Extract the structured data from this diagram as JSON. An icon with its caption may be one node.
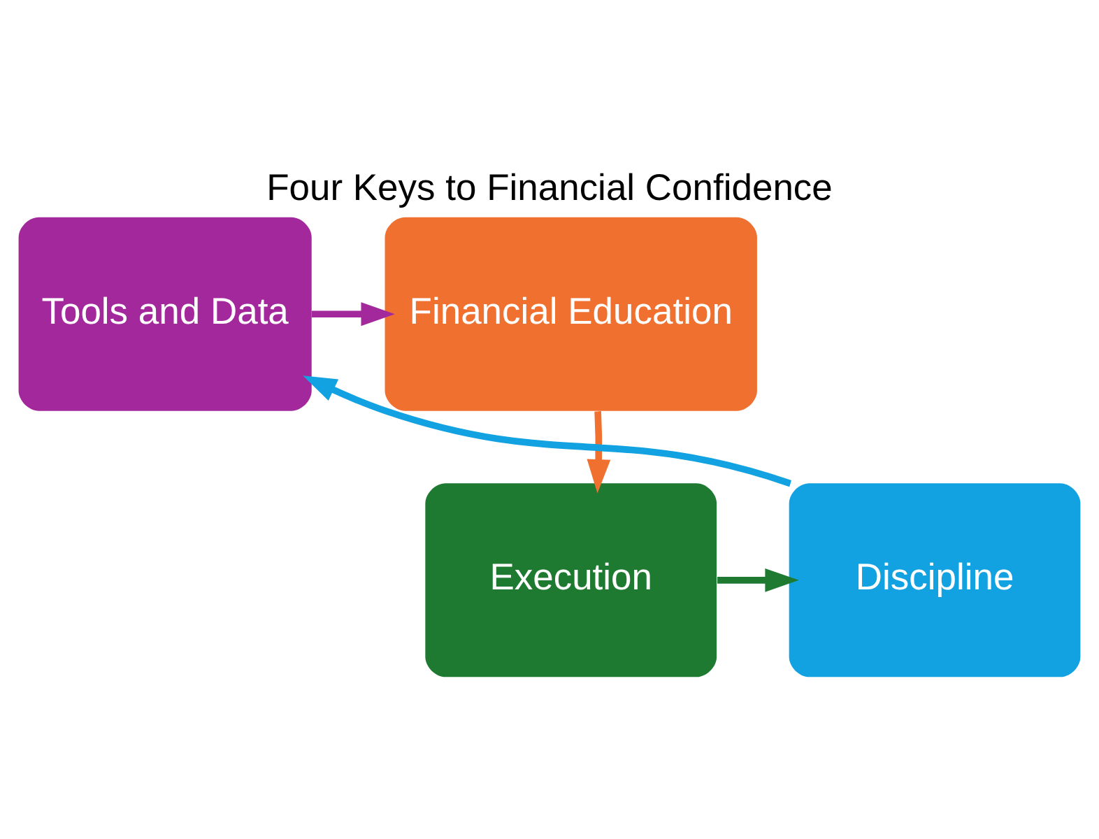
{
  "diagram": {
    "title": "Four Keys to Financial Confidence",
    "nodes": [
      {
        "text": [
          "Tools and Data"
        ]
      },
      {
        "text": [
          "Financial Education"
        ]
      },
      {
        "text": [
          "Execution"
        ]
      },
      {
        "text": [
          "Discipline"
        ]
      }
    ],
    "edges": [
      {
        "from": 0,
        "to": 1,
        "arrow": "to",
        "color": "#a3289c"
      },
      {
        "from": 1,
        "to": 2,
        "arrow": "to",
        "color": "#f07030"
      },
      {
        "from": 2,
        "to": 3,
        "arrow": "to",
        "color": "#1e7a30"
      },
      {
        "from": 3,
        "to": 0,
        "arrow": "to",
        "color": "#12a2e2"
      }
    ]
  }
}
